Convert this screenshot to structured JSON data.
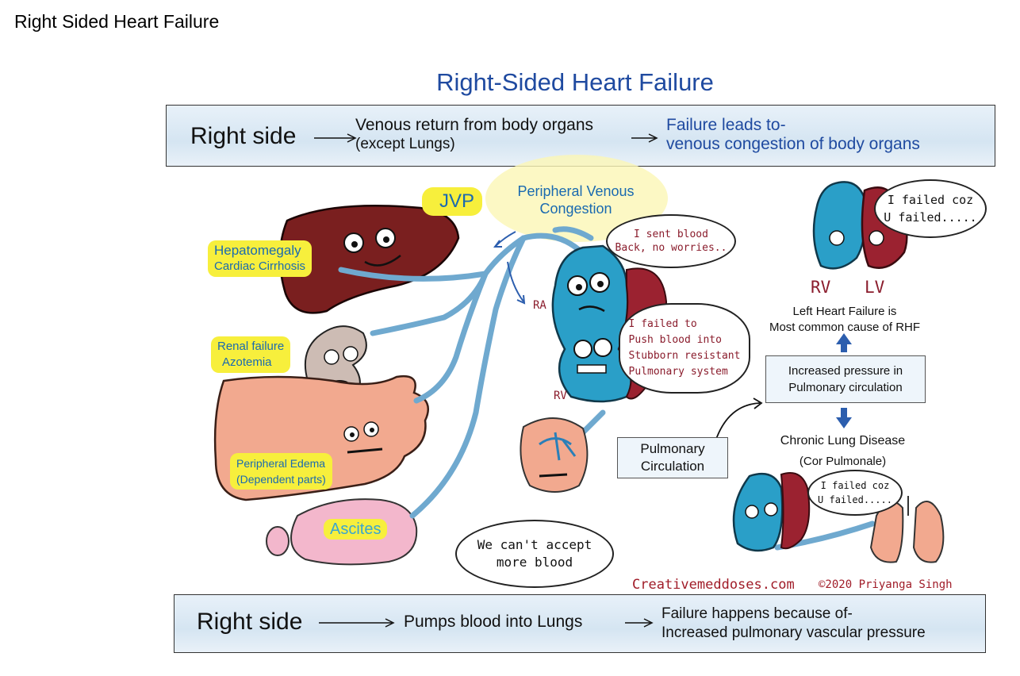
{
  "page_title": "Right Sided Heart Failure",
  "main_title": "Right-Sided Heart Failure",
  "top_box": {
    "left": "Right side",
    "middle_line1": "Venous return from body organs",
    "middle_line2": "(except Lungs)",
    "right_line1": "Failure leads to-",
    "right_line2": "venous congestion of body organs"
  },
  "bottom_box": {
    "left": "Right side",
    "middle": "Pumps blood into Lungs",
    "right_line1": "Failure happens because of-",
    "right_line2": "Increased pulmonary vascular pressure"
  },
  "labels": {
    "jvp": "JVP",
    "pvc_line1": "Peripheral Venous",
    "pvc_line2": "Congestion",
    "hepato_line1": "Hepatomegaly",
    "hepato_line2": "Cardiac Cirrhosis",
    "renal_line1": "Renal failure",
    "renal_line2": "Azotemia",
    "edema_line1": "Peripheral Edema",
    "edema_line2": "(Dependent parts)",
    "ascites": "Ascites",
    "ra": "RA",
    "rv": "RV",
    "rv_right": "RV",
    "lv_right": "LV",
    "pulm_circ_line1": "Pulmonary",
    "pulm_circ_line2": "Circulation",
    "lhf_line1": "Left Heart Failure is",
    "lhf_line2": "Most common cause of RHF",
    "inc_press_line1": "Increased pressure in",
    "inc_press_line2": "Pulmonary circulation",
    "cld_line1": "Chronic Lung Disease",
    "cld_line2": "(Cor Pulmonale)",
    "site": "Creativemeddoses.com",
    "copyright": "©2020 Priyanga Singh"
  },
  "bubbles": {
    "sent_line1": "I sent blood",
    "sent_line2": "Back, no worries..",
    "failed_line1": "I failed to",
    "failed_line2": "Push blood into",
    "failed_line3": "Stubborn resistant",
    "failed_line4": "Pulmonary system",
    "coz_top_line1": "I failed coz",
    "coz_top_line2": "U failed.....",
    "coz_bottom_line1": "I failed coz",
    "coz_bottom_line2": "U failed.....",
    "accept_line1": "We can't accept",
    "accept_line2": "more blood"
  },
  "colors": {
    "title_blue": "#1f4aa0",
    "highlight": "#f7ef3c",
    "liver": "#7a1f1f",
    "vein": "#6fa9cf",
    "heart_blue": "#2a9fc8",
    "heart_red": "#9b2230",
    "edema": "#f2a98f",
    "ascites": "#f3b7cc",
    "kidney": "#cdbcb4",
    "site_red": "#a01c28"
  }
}
